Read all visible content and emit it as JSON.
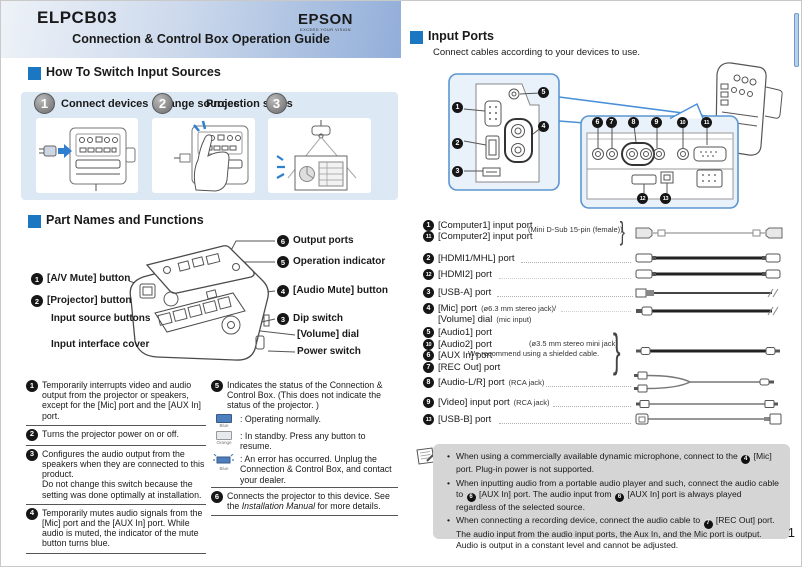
{
  "header": {
    "model": "ELPCB03",
    "brand": "EPSON",
    "brand_tagline": "EXCEED YOUR VISION",
    "title": "Connection & Control Box Operation Guide"
  },
  "switch_sources": {
    "heading": "How To Switch Input Sources",
    "steps": [
      {
        "num": "1",
        "label": "Connect devices"
      },
      {
        "num": "2",
        "label": "Change sources"
      },
      {
        "num": "3",
        "label": "Projection starts"
      }
    ]
  },
  "part_names": {
    "heading": "Part Names and Functions",
    "callouts": {
      "av_mute": {
        "num": "1",
        "label": "[A/V Mute] button"
      },
      "projector": {
        "num": "2",
        "label": "[Projector] button"
      },
      "input_source": {
        "label": "Input source buttons"
      },
      "input_cover": {
        "label": "Input interface cover"
      },
      "output_ports": {
        "num": "6",
        "label": "Output ports"
      },
      "op_indicator": {
        "num": "5",
        "label": "Operation indicator"
      },
      "audio_mute": {
        "num": "4",
        "label": "[Audio Mute] button"
      },
      "dip_switch": {
        "num": "3",
        "label": "Dip switch"
      },
      "volume_dial": {
        "label": "[Volume] dial"
      },
      "power_switch": {
        "label": "Power switch"
      }
    },
    "descriptions": [
      {
        "num": "1",
        "text": "Temporarily interrupts video and audio output from the projector or speakers, except for the [Mic] port and the [AUX In] port."
      },
      {
        "num": "2",
        "text": "Turns the projector power on or off."
      },
      {
        "num": "3",
        "text": "Configures the audio output from the speakers when they are connected to this product.\nDo not change this switch because the setting was done optimally at installation."
      },
      {
        "num": "4",
        "text": "Temporarily mutes audio signals from the [Mic] port and the [AUX In] port. While audio is muted, the indicator of the mute button turns blue."
      }
    ],
    "status_item": {
      "num": "5",
      "intro": "Indicates the status of the Connection & Control Box. (This does not indicate the status of the projector. )",
      "states": [
        {
          "color_label": "Blue",
          "text": ": Operating normally."
        },
        {
          "color_label": "Orange",
          "text": ": In standby. Press any button to resume."
        },
        {
          "color_label": "Blue",
          "text": ": An error has occurred. Unplug the Connection & Control Box, and contact your dealer."
        }
      ]
    },
    "connect_item": {
      "num": "6",
      "text_before": "Connects the projector to this device. See the ",
      "manual": "Installation Manual",
      "text_after": " for more details."
    }
  },
  "input_ports": {
    "heading": "Input Ports",
    "subtitle": "Connect cables according to your devices to use.",
    "diagram_badges": {
      "side": [
        "1",
        "2",
        "3",
        "4",
        "5"
      ],
      "bottom_top": [
        "6",
        "7",
        "8",
        "9",
        "10",
        "11"
      ],
      "bottom_bottom": [
        "12",
        "13"
      ]
    },
    "rows": [
      {
        "num": "1",
        "label": "[Computer1] input port"
      },
      {
        "num": "11",
        "label": "[Computer2] input port"
      },
      {
        "num": "2",
        "label": "[HDMI1/MHL] port"
      },
      {
        "num": "12",
        "label": "[HDMI2] port"
      },
      {
        "num": "3",
        "label": "[USB-A] port"
      },
      {
        "num": "4",
        "label": "[Mic] port",
        "note": "(ø6.3 mm stereo jack)/",
        "label2": "[Volume] dial",
        "note2": "(mic input)"
      },
      {
        "num": "5",
        "label": "[Audio1] port"
      },
      {
        "num": "10",
        "label": "[Audio2] port"
      },
      {
        "num": "6",
        "label": "[AUX In] port"
      },
      {
        "num": "7",
        "label": "[REC Out] port"
      },
      {
        "num": "8",
        "label": "[Audio-L/R] port",
        "note": "(RCA jack)"
      },
      {
        "num": "9",
        "label": "[Video] input port",
        "note": "(RCA jack)"
      },
      {
        "num": "13",
        "label": "[USB-B] port"
      }
    ],
    "annotations": {
      "dsub": "(Mini D-Sub 15-pin (female))",
      "minijack": "(ø3.5 mm stereo mini jack)",
      "shielded": "We recommend using a shielded cable.",
      "brace": "}"
    }
  },
  "notes": {
    "bullet1": {
      "a": "When using a commercially available dynamic microphone, connect to the ",
      "num": "4",
      "b": " [Mic] port. Plug-in power is not supported."
    },
    "bullet2": {
      "a": "When inputting audio from a portable audio player and such, connect the audio cable to ",
      "num1": "6",
      "b": " [AUX In] port. The audio input from ",
      "num2": "6",
      "c": " [AUX In] port is always played regardless of the selected source."
    },
    "bullet3": {
      "a": "When connecting a recording device, connect the audio cable to ",
      "num": "7",
      "b": " [REC Out] port. The audio input from the audio input ports, the Aux In, and the Mic port is output. Audio is output in a constant level and cannot be adjusted."
    }
  },
  "page_number": "1",
  "colors": {
    "accent_blue": "#1b77c2",
    "steps_panel_blue": "#dce8f4",
    "callout_border": "#5b96d0",
    "note_gray": "#d5d5d5",
    "indicator_blue": "#4d7fbf",
    "arrow_blue": "#2f7fd0"
  }
}
